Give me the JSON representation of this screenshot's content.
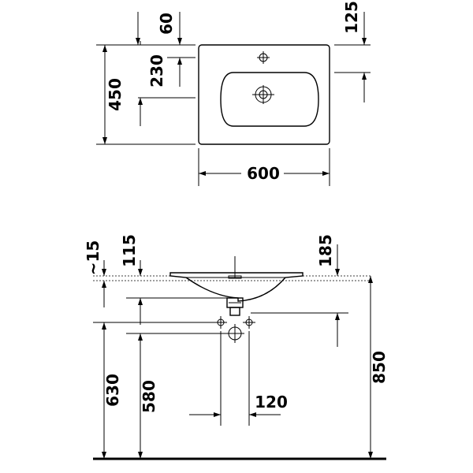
{
  "top_view": {
    "dims": {
      "d60": "60",
      "d125": "125",
      "d230": "230",
      "d450": "450",
      "d600": "600"
    }
  },
  "side_view": {
    "dims": {
      "d15": "~15",
      "d115": "115",
      "d185": "185",
      "d630": "630",
      "d580": "580",
      "d120": "120",
      "d850": "850"
    }
  }
}
